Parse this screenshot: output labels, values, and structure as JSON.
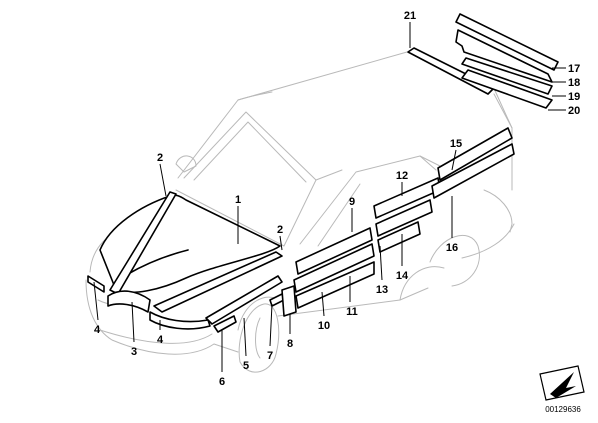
{
  "diagram": {
    "callouts": [
      "1",
      "2",
      "2",
      "3",
      "4",
      "4",
      "5",
      "6",
      "7",
      "8",
      "9",
      "10",
      "11",
      "12",
      "13",
      "14",
      "15",
      "16",
      "17",
      "18",
      "19",
      "20",
      "21"
    ],
    "reference_code": "00129636",
    "icon": "view-direction-arrow-icon"
  }
}
